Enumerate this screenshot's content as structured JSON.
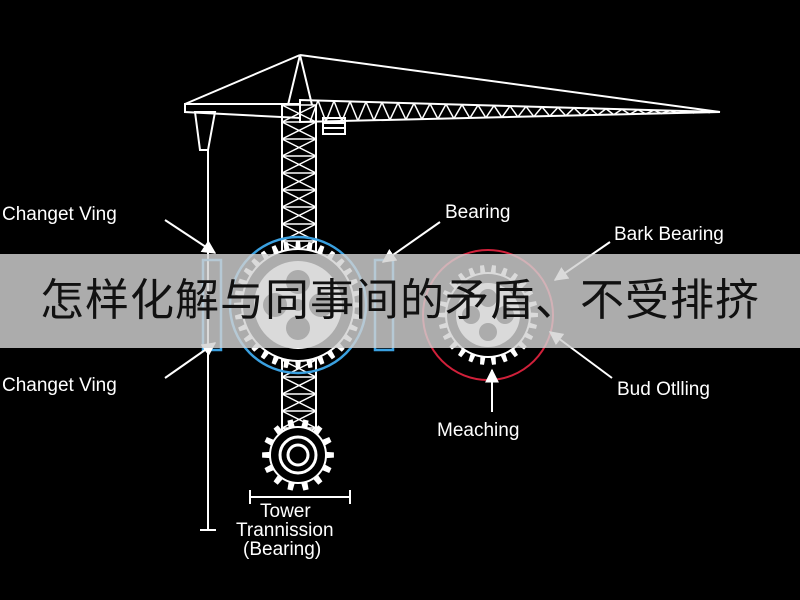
{
  "labels": {
    "changet_ving_top": "Changet Ving",
    "bearing": "Bearing",
    "bark_bearing": "Bark Bearing",
    "changet_ving_bottom": "Changet Ving",
    "bud_otlling": "Bud Otlling",
    "meaching": "Meaching",
    "tower_line1": "Tower",
    "tower_line2": "Trannission",
    "tower_line3": "(Bearing)"
  },
  "banner": {
    "text": "怎样化解与同事间的矛盾、不受排挤"
  },
  "colors": {
    "background": "#000000",
    "line": "#ffffff",
    "blue_ring": "#3aa0e0",
    "red_ring": "#d0203a",
    "banner_bg": "#d2d2d2",
    "banner_text": "#111111"
  }
}
